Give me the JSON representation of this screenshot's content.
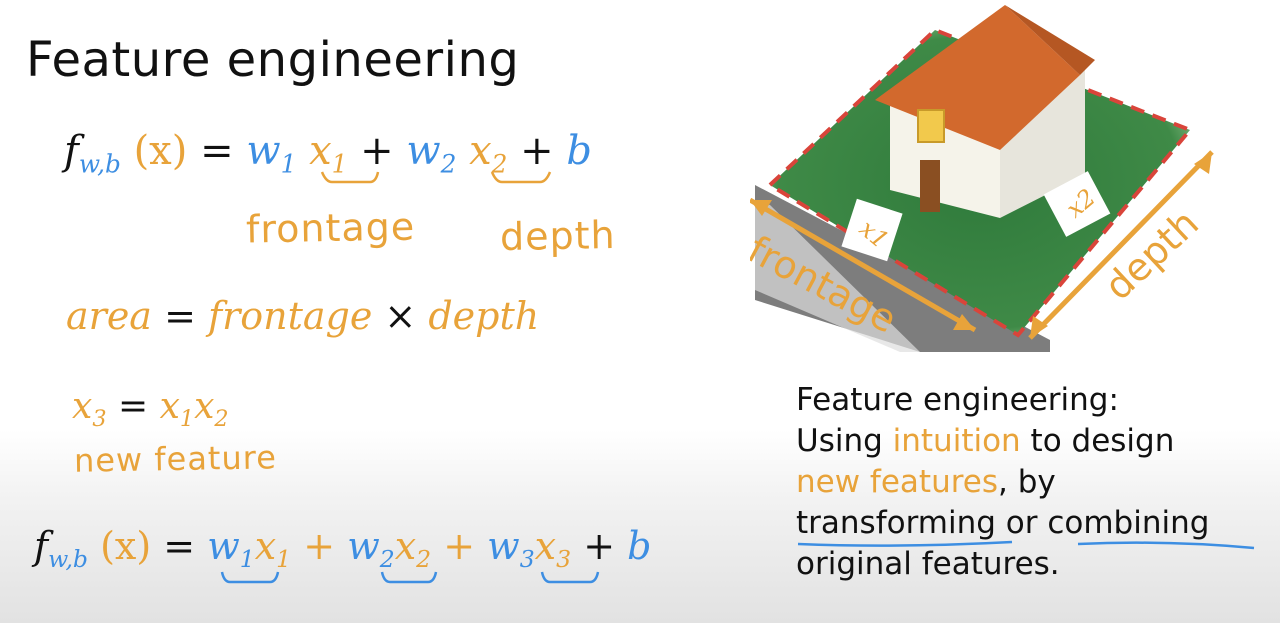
{
  "slide": {
    "title": "Feature engineering"
  },
  "equation1": {
    "f": "f",
    "subscript": "w,b",
    "arg": "(x)",
    "eq": "=",
    "w1": "w",
    "w1_sub": "1",
    "x1": "x",
    "x1_sub": "1",
    "plus1": "+",
    "w2": "w",
    "w2_sub": "2",
    "x2": "x",
    "x2_sub": "2",
    "plus2": "+",
    "b": "b"
  },
  "handwritten": {
    "frontage": "frontage",
    "depth": "depth",
    "new_feature": "new feature"
  },
  "area_equation": {
    "area": "area",
    "eq": "=",
    "frontage": "frontage",
    "times": "×",
    "depth": "depth"
  },
  "x3_equation": {
    "x3": "x",
    "x3_sub": "3",
    "eq": "=",
    "x1": "x",
    "x1_sub": "1",
    "x2": "x",
    "x2_sub": "2"
  },
  "equation2": {
    "f": "f",
    "subscript": "w,b",
    "arg": "(x)",
    "eq": "=",
    "w1": "w",
    "w1_sub": "1",
    "x1": "x",
    "x1_sub": "1",
    "plus1": "+",
    "w2": "w",
    "w2_sub": "2",
    "x2": "x",
    "x2_sub": "2",
    "plus2": "+",
    "w3": "w",
    "w3_sub": "3",
    "x3": "x",
    "x3_sub": "3",
    "plus3": "+",
    "b": "b"
  },
  "illustration": {
    "label_x1": "x1",
    "label_x2": "x2",
    "label_frontage": "frontage",
    "label_depth": "depth"
  },
  "definition": {
    "line1": "Feature engineering:",
    "line2_a": "Using ",
    "line2_highlight": "intuition",
    "line2_b": " to design",
    "line3_highlight": "new features",
    "line3_b": ", by",
    "line4_a": "transforming",
    "line4_b": " or ",
    "line4_c": "combining",
    "line5": "original features."
  },
  "colors": {
    "blue": "#3d8ee2",
    "orange": "#e8a33a",
    "roof": "#d2692d",
    "grass": "#3f8a47"
  }
}
